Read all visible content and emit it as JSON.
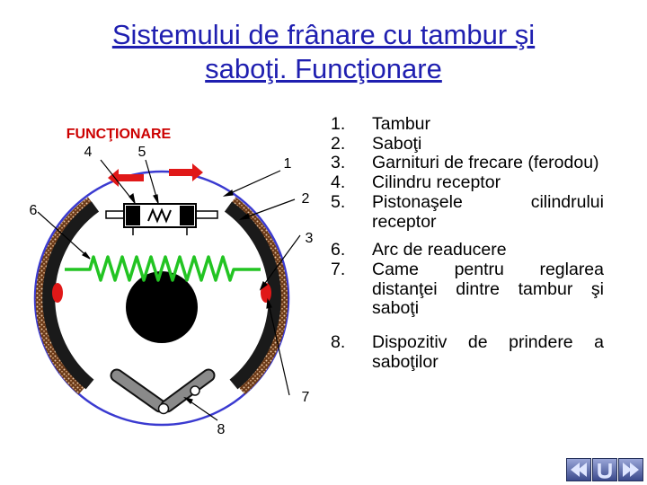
{
  "title": {
    "line1": "Sistemului de frânare cu tambur şi",
    "line2": "saboţi. Funcţionare"
  },
  "diagram": {
    "heading": "FUNCŢIONARE",
    "callouts": [
      "1",
      "2",
      "3",
      "4",
      "5",
      "6",
      "7",
      "8"
    ]
  },
  "components": [
    {
      "num": "1.",
      "text": "Tambur"
    },
    {
      "num": "2.",
      "text": "Saboţi"
    },
    {
      "num": "3.",
      "text": "Garnituri de frecare (ferodou)"
    },
    {
      "num": "4.",
      "text": "Cilindru receptor"
    },
    {
      "num": "5.",
      "text": "Pistonaşele cilindrului receptor"
    },
    {
      "num": "6.",
      "text": "Arc de readucere"
    },
    {
      "num": "7.",
      "text": "Came pentru reglarea distanţei dintre tambur şi saboţi"
    },
    {
      "num": "8.",
      "text": "Dispozitiv de prindere a saboţilor"
    }
  ],
  "colors": {
    "title": "#1f1fb0",
    "heading": "#cc0000",
    "drum_ring": "#3a3ad0",
    "shoe": "#1a1a1a",
    "lining": "#8a5a2a",
    "spring": "#22c422",
    "cam": "#e01818",
    "arrow": "#e01818"
  },
  "nav": {
    "icons": [
      "nav-back-icon",
      "nav-home-icon",
      "nav-forward-icon"
    ]
  }
}
